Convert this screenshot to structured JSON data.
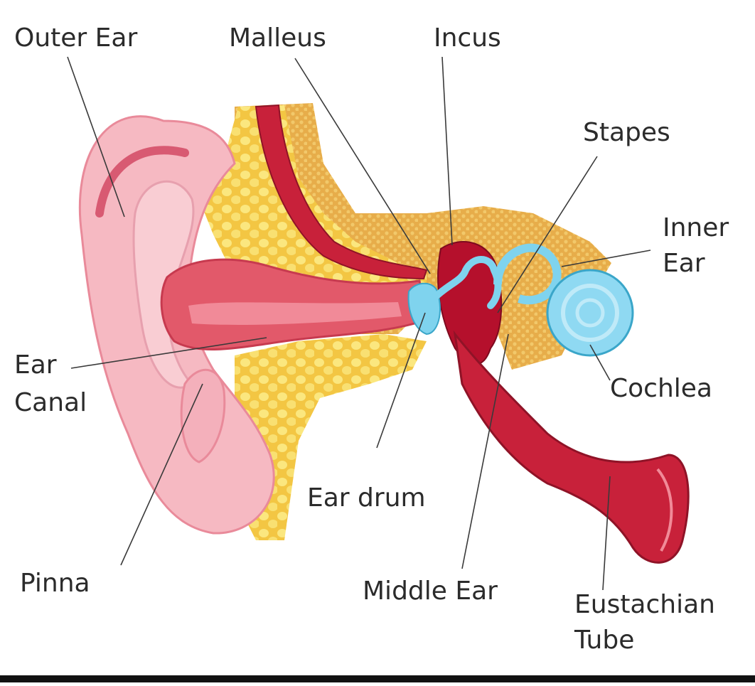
{
  "labels": {
    "outer_ear": "Outer Ear",
    "malleus": "Malleus",
    "incus": "Incus",
    "stapes": "Stapes",
    "inner_ear_line1": "Inner",
    "inner_ear_line2": "Ear",
    "ear_canal_line1": "Ear",
    "ear_canal_line2": "Canal",
    "cochlea": "Cochlea",
    "ear_drum": "Ear drum",
    "pinna": "Pinna",
    "middle_ear": "Middle Ear",
    "eustachian_line1": "Eustachian",
    "eustachian_line2": "Tube"
  },
  "colors": {
    "skin": "#f6b9c2",
    "skin_dark": "#e98a9a",
    "canal": "#e2596a",
    "fat": "#f2c948",
    "fat_light": "#f8e27a",
    "bone": "#e9b34d",
    "muscle": "#c8213a",
    "middle_ear": "#b5102c",
    "ossicles": "#7fd3ee",
    "cochlea": "#8fd9f2"
  }
}
